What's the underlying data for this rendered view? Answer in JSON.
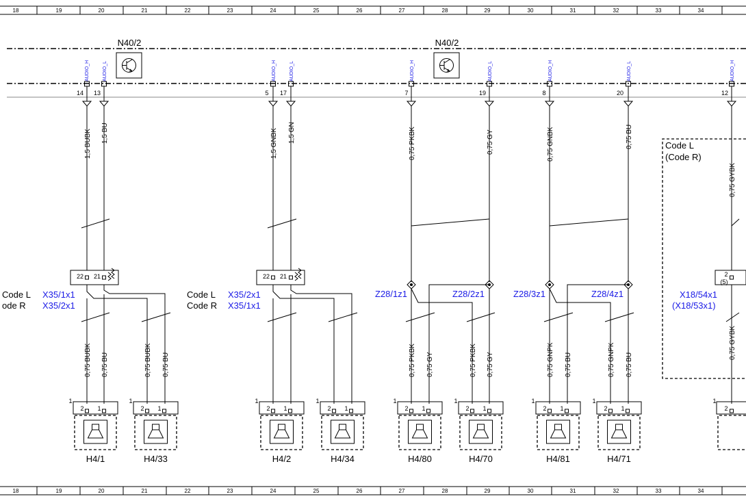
{
  "ruler": {
    "numbers": [
      "18",
      "19",
      "20",
      "21",
      "22",
      "23",
      "24",
      "25",
      "26",
      "27",
      "28",
      "29",
      "30",
      "31",
      "32",
      "33",
      "34"
    ]
  },
  "modules": [
    {
      "name": "N40/2"
    },
    {
      "name": "N40/2"
    }
  ],
  "bus_pins": [
    {
      "signal": "AUDIO_H",
      "num": "14"
    },
    {
      "signal": "AUDIO_L",
      "num": "13"
    },
    {
      "signal": "AUDIO_H",
      "num": "5"
    },
    {
      "signal": "AUDIO_L",
      "num": "17"
    },
    {
      "signal": "AUDIO_H",
      "num": "7"
    },
    {
      "signal": "AUDIO_L",
      "num": "19"
    },
    {
      "signal": "AUDIO_H",
      "num": "8"
    },
    {
      "signal": "AUDIO_L",
      "num": "20"
    },
    {
      "signal": "AUDIO_H",
      "num": "12"
    }
  ],
  "upper_wires": [
    {
      "label": "1,5 BUBK"
    },
    {
      "label": "1,5 BU"
    },
    {
      "label": "1,5 GNBK"
    },
    {
      "label": "1,5 GN"
    },
    {
      "label": "0,75 PKBK"
    },
    {
      "label": "0,75 GY"
    },
    {
      "label": "0,75 GNBK"
    },
    {
      "label": "0,75 BU"
    },
    {
      "label": "0,75 GYBK"
    }
  ],
  "lower_wires": [
    {
      "label": "0,75 BUBK"
    },
    {
      "label": "0,75 BU"
    },
    {
      "label": "0,75 BUBK"
    },
    {
      "label": "0,75 BU"
    },
    {
      "label": "0,75 PKBK"
    },
    {
      "label": "0,75 GY"
    },
    {
      "label": "0,75 PKBK"
    },
    {
      "label": "0,75 GY"
    },
    {
      "label": "0,75 GNPK"
    },
    {
      "label": "0,75 BU"
    },
    {
      "label": "0,75 GNPK"
    },
    {
      "label": "0,75 BU"
    },
    {
      "label": "0,75 GYBK"
    }
  ],
  "connectors": [
    {
      "pins": [
        "22",
        "21"
      ]
    },
    {
      "pins": [
        "22",
        "21"
      ]
    }
  ],
  "code_blocks": [
    {
      "code_l": "Code L",
      "code_r": "ode R",
      "conn_l": "X35/1x1",
      "conn_r": "X35/2x1"
    },
    {
      "code_l": "Code L",
      "code_r": "Code R",
      "conn_l": "X35/2x1",
      "conn_r": "X35/1x1"
    }
  ],
  "splices": [
    {
      "label": "Z28/1z1"
    },
    {
      "label": "Z28/2z1"
    },
    {
      "label": "Z28/3z1"
    },
    {
      "label": "Z28/4z1"
    }
  ],
  "right_box": {
    "line1": "Code L",
    "line2": "(Code R)",
    "conn1": "X18/54x1",
    "conn2": "(X18/53x1)",
    "pin": "2",
    "pin_sub": "(5)"
  },
  "speakers": [
    {
      "label": "H4/1"
    },
    {
      "label": "H4/33"
    },
    {
      "label": "H4/2"
    },
    {
      "label": "H4/34"
    },
    {
      "label": "H4/80"
    },
    {
      "label": "H4/70"
    },
    {
      "label": "H4/81"
    },
    {
      "label": "H4/71"
    }
  ],
  "speaker_pins": {
    "pin_a": "2",
    "pin_b": "1",
    "ref": "1"
  },
  "partial_speaker": {
    "pin": "2",
    "ref": "1"
  }
}
